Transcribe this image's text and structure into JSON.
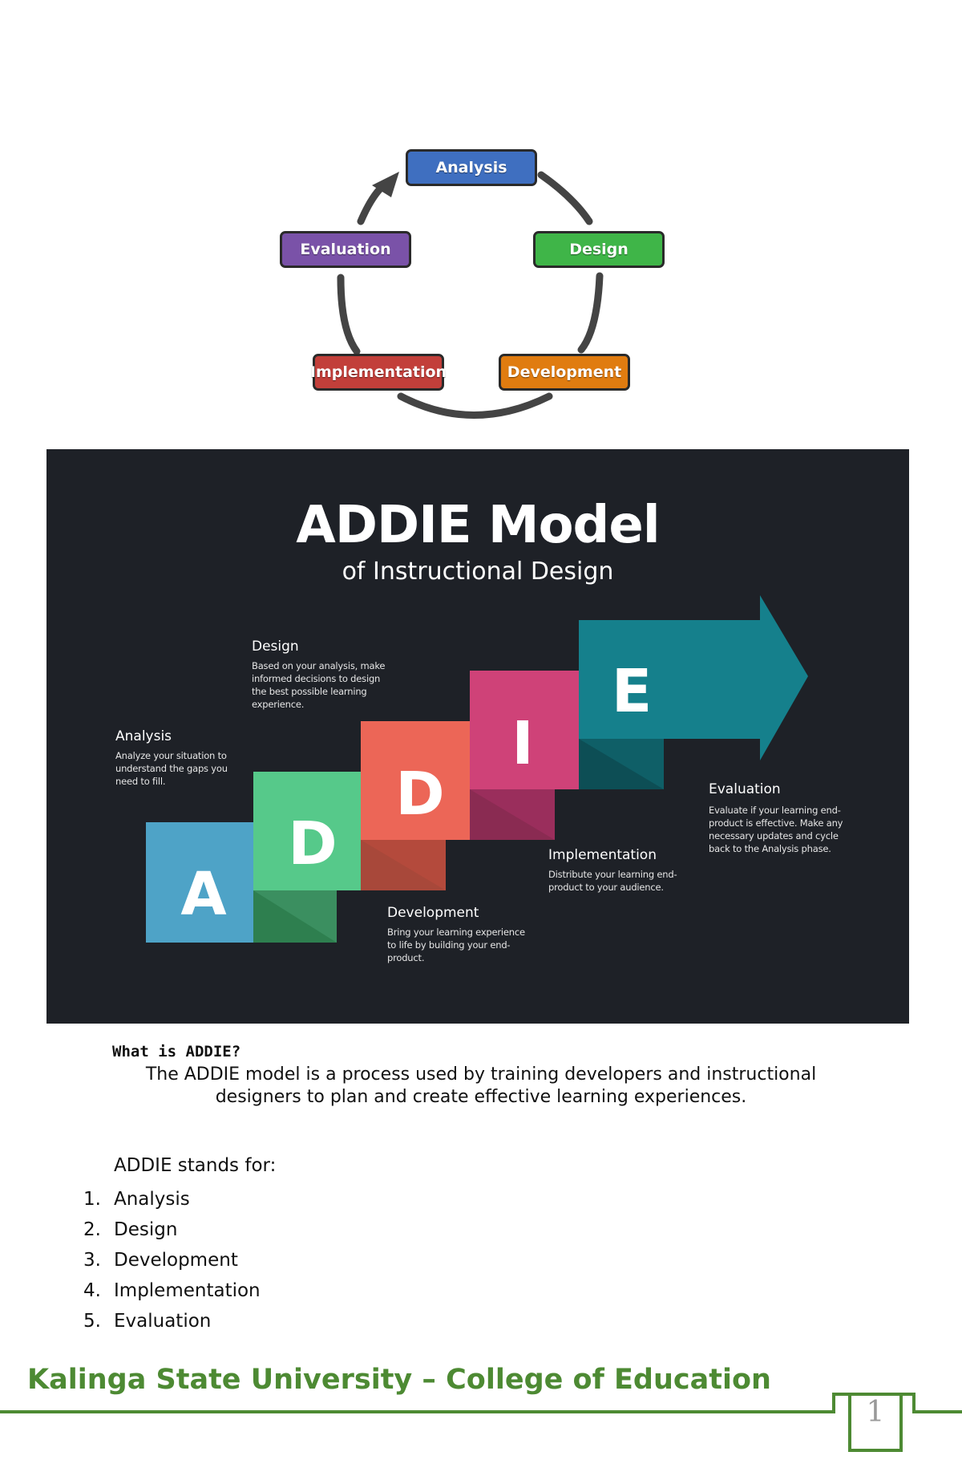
{
  "cycle": {
    "labels": {
      "analysis": "Analysis",
      "design": "Design",
      "development": "Development",
      "implementation": "Implementation",
      "evaluation": "Evaluation"
    },
    "colors": {
      "analysis": "#3f6fc0",
      "design": "#3fb548",
      "development": "#e07c10",
      "implementation": "#c23f3a",
      "evaluation": "#7a52a8"
    }
  },
  "banner": {
    "title": "ADDIE Model",
    "subtitle": "of Instructional Design",
    "letters": [
      "A",
      "D",
      "D",
      "I",
      "E"
    ],
    "colors": [
      "#4ea3c7",
      "#56c98a",
      "#ec6657",
      "#cf4278",
      "#15808c"
    ],
    "annotations": {
      "analysis": {
        "heading": "Analysis",
        "text": [
          "Analyze your situation to",
          "understand the gaps you",
          "need to fill."
        ]
      },
      "design": {
        "heading": "Design",
        "text": [
          "Based on your analysis, make",
          "informed decisions to design",
          "the best possible learning",
          "experience."
        ]
      },
      "development": {
        "heading": "Development",
        "text": [
          "Bring your learning experience",
          "to life by building your end-",
          "product."
        ]
      },
      "implementation": {
        "heading": "Implementation",
        "text": [
          "Distribute your learning end-",
          "product to your audience."
        ]
      },
      "evaluation": {
        "heading": "Evaluation",
        "text": [
          "Evaluate if your learning end-",
          "product is effective. Make any",
          "necessary updates and cycle",
          "back to the Analysis phase."
        ]
      }
    }
  },
  "content": {
    "heading": "What is ADDIE?",
    "body": "The ADDIE model is a process used by training developers and instructional designers to plan and create effective learning experiences.",
    "stands_for": "ADDIE stands for:",
    "list": [
      {
        "num": "1.",
        "label": "Analysis"
      },
      {
        "num": "2.",
        "label": "Design"
      },
      {
        "num": "3.",
        "label": "Development"
      },
      {
        "num": "4.",
        "label": "Implementation"
      },
      {
        "num": "5.",
        "label": "Evaluation"
      }
    ]
  },
  "footer": {
    "title": "Kalinga State University – College of Education",
    "page_number": "1",
    "accent": "#4d8a33"
  }
}
